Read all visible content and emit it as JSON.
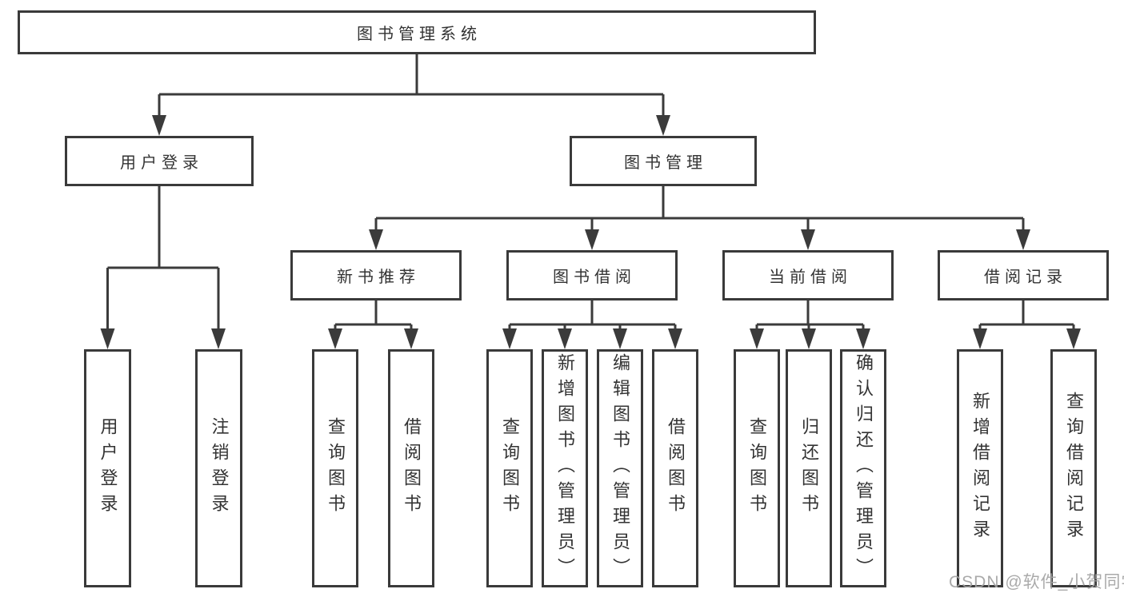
{
  "diagram": {
    "root": {
      "label": "图书管理系统"
    },
    "level2": [
      {
        "label": "用户登录",
        "children": [
          {
            "label": "用户登录"
          },
          {
            "label": "注销登录"
          }
        ]
      },
      {
        "label": "图书管理",
        "children": [
          {
            "label": "新书推荐",
            "children": [
              {
                "label": "查询图书"
              },
              {
                "label": "借阅图书"
              }
            ]
          },
          {
            "label": "图书借阅",
            "children": [
              {
                "label": "查询图书"
              },
              {
                "label": "新增图书（管理员）"
              },
              {
                "label": "编辑图书（管理员）"
              },
              {
                "label": "借阅图书"
              }
            ]
          },
          {
            "label": "当前借阅",
            "children": [
              {
                "label": "查询图书"
              },
              {
                "label": "归还图书"
              },
              {
                "label": "确认归还（管理员）"
              }
            ]
          },
          {
            "label": "借阅记录",
            "children": [
              {
                "label": "新增借阅记录"
              },
              {
                "label": "查询借阅记录"
              }
            ]
          }
        ]
      }
    ],
    "colors": {
      "line": "#3b3b3b",
      "box_border": "#3a3a3a",
      "text": "#333333",
      "background": "#ffffff",
      "watermark": "#a3a3a3"
    }
  },
  "watermark": {
    "text": "CSDN @软件_小贺同学"
  }
}
